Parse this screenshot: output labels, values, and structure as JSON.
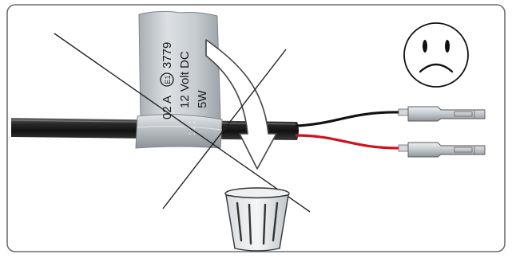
{
  "label": {
    "line1": "02 A",
    "approval_mark": "E1",
    "approval_number": "3779",
    "line2": "12 Volt DC",
    "line3": "5W",
    "dots": ": : :"
  },
  "icons": {
    "face": "sad-face-icon",
    "bin": "trash-bin-icon",
    "arrow": "curved-arrow-icon",
    "cross": "cross-out-icon"
  },
  "colors": {
    "frame": "#6e6e6e",
    "cable_outer": "#2a2a2a",
    "wire_black": "#111111",
    "wire_red": "#d1101e",
    "label_fill": "#cfd4d8",
    "terminal": "#c9cdd1"
  }
}
